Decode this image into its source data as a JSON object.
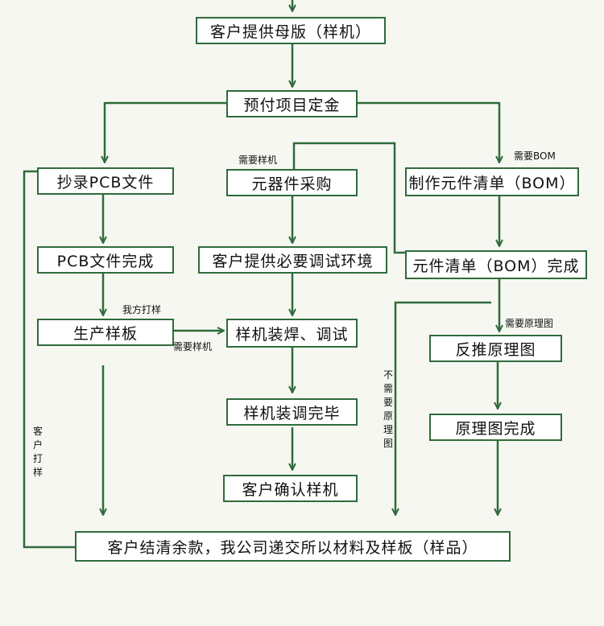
{
  "colors": {
    "line": "#2f6b3b",
    "background": "#f7f7f2",
    "box_fill": "#ffffff"
  },
  "nodes": {
    "sample_board": "客户提供母版（样机）",
    "deposit": "预付项目定金",
    "copy_pcb": "抄录PCB文件",
    "purchase": "元器件采购",
    "make_bom": "制作元件清单（BOM）",
    "pcb_done": "PCB文件完成",
    "debug_env": "客户提供必要调试环境",
    "bom_done": "元件清单（BOM）完成",
    "produce_board": "生产样板",
    "assemble": "样机装焊、调试",
    "reverse": "反推原理图",
    "assemble_done": "样机装调完毕",
    "schematic_done": "原理图完成",
    "confirm": "客户确认样机",
    "final": "客户结清余款，我公司递交所以材料及样板（样品）"
  },
  "labels": {
    "need_sample": "需要样机",
    "need_bom": "需要BOM",
    "we_proof": "我方打样",
    "need_sample2": "需要样机",
    "need_schematic": "需要原理图",
    "no_schematic": "不需要原理图",
    "customer_proof": "客户打样"
  }
}
